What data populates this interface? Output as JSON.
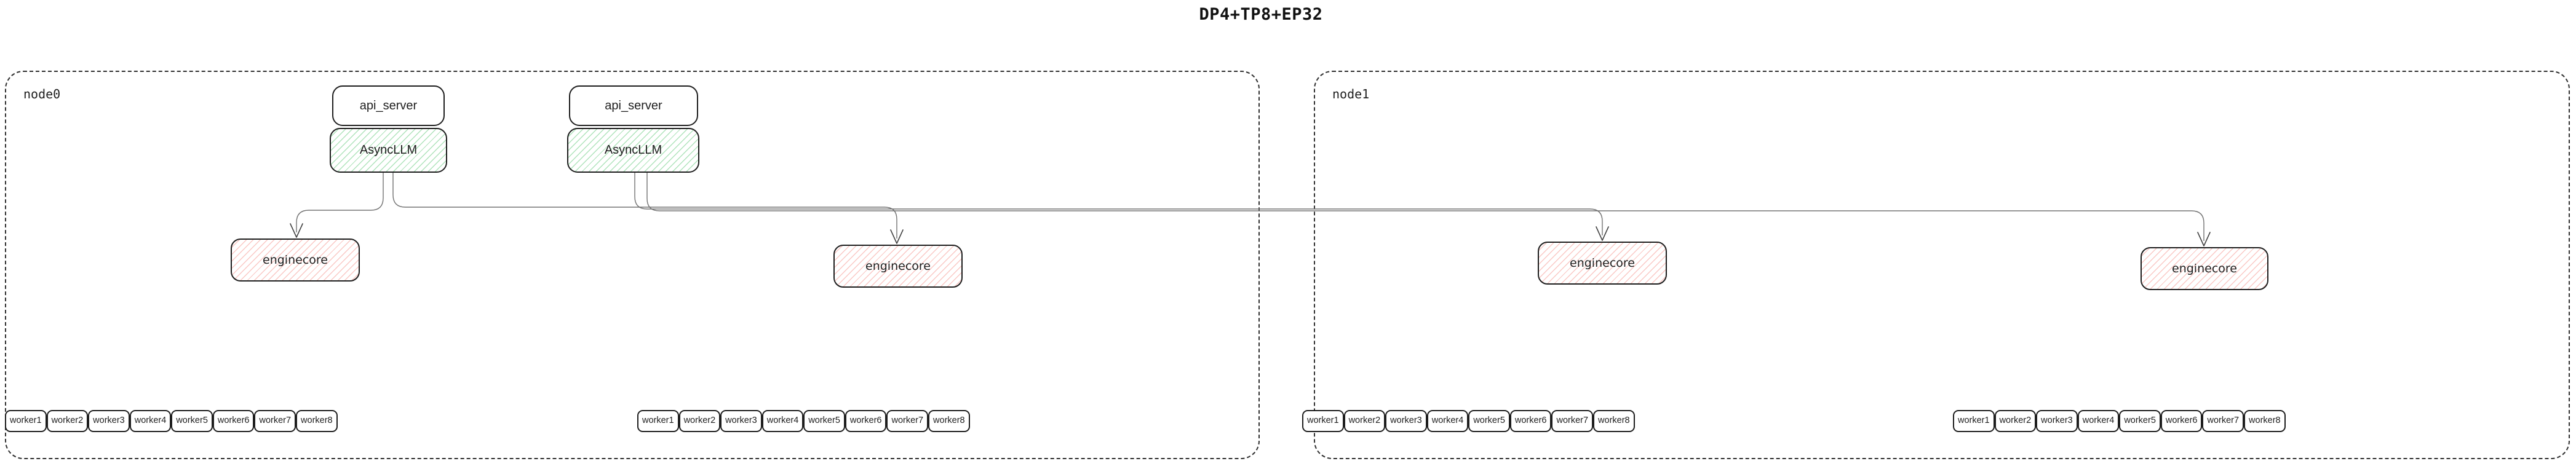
{
  "title": "DP4+TP8+EP32",
  "nodes": [
    {
      "label": "node0",
      "api_stacks": [
        {
          "api_server": "api_server",
          "async_llm": "AsyncLLM"
        },
        {
          "api_server": "api_server",
          "async_llm": "AsyncLLM"
        }
      ],
      "enginecores": [
        "enginecore",
        "enginecore"
      ],
      "worker_groups": [
        [
          "worker1",
          "worker2",
          "worker3",
          "worker4",
          "worker5",
          "worker6",
          "worker7",
          "worker8"
        ],
        [
          "worker1",
          "worker2",
          "worker3",
          "worker4",
          "worker5",
          "worker6",
          "worker7",
          "worker8"
        ]
      ]
    },
    {
      "label": "node1",
      "api_stacks": [],
      "enginecores": [
        "enginecore",
        "enginecore"
      ],
      "worker_groups": [
        [
          "worker1",
          "worker2",
          "worker3",
          "worker4",
          "worker5",
          "worker6",
          "worker7",
          "worker8"
        ],
        [
          "worker1",
          "worker2",
          "worker3",
          "worker4",
          "worker5",
          "worker6",
          "worker7",
          "worker8"
        ]
      ]
    }
  ],
  "edges": [
    {
      "from": "node0.AsyncLLM.1",
      "to": "node0.enginecore.1"
    },
    {
      "from": "node0.AsyncLLM.1",
      "to": "node0.enginecore.2"
    },
    {
      "from": "node0.AsyncLLM.2",
      "to": "node1.enginecore.1"
    },
    {
      "from": "node0.AsyncLLM.2",
      "to": "node1.enginecore.2"
    }
  ],
  "colors": {
    "box_border": "#1e1e1e",
    "node_border": "#2f2f2f",
    "async_llm_hatch": "#60c878",
    "enginecore_hatch": "#f27b74",
    "connector": "#737373"
  }
}
